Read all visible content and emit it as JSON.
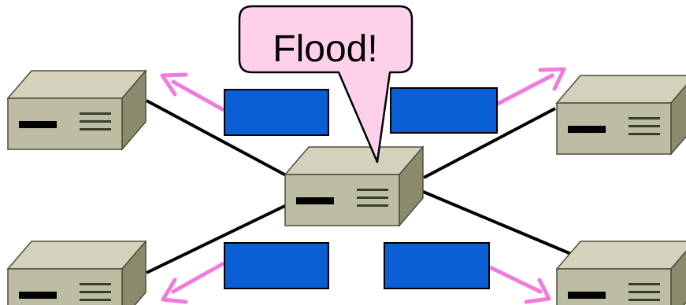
{
  "callout": {
    "text": "Flood!"
  },
  "colors": {
    "device_top": "#d2d2bd",
    "device_front": "#bdbda3",
    "device_side": "#8a8a6c",
    "device_outline": "#4d4d3a",
    "port": "#000000",
    "vent": "#3b3b2c",
    "link": "#000000",
    "packet_fill": "#0a5fd4",
    "packet_border": "#000000",
    "arrow": "#f07ae0",
    "callout_fill": "#ffd0ea",
    "callout_border": "#000000"
  },
  "devices": [
    {
      "id": "central-switch",
      "icon": "network-switch-icon"
    },
    {
      "id": "host-top-left",
      "icon": "network-switch-icon"
    },
    {
      "id": "host-top-right",
      "icon": "network-switch-icon"
    },
    {
      "id": "host-bottom-left",
      "icon": "network-switch-icon"
    },
    {
      "id": "host-bottom-right",
      "icon": "network-switch-icon"
    }
  ],
  "packets": [
    {
      "id": "packet-top-left"
    },
    {
      "id": "packet-top-right"
    },
    {
      "id": "packet-bottom-left"
    },
    {
      "id": "packet-bottom-right"
    }
  ]
}
